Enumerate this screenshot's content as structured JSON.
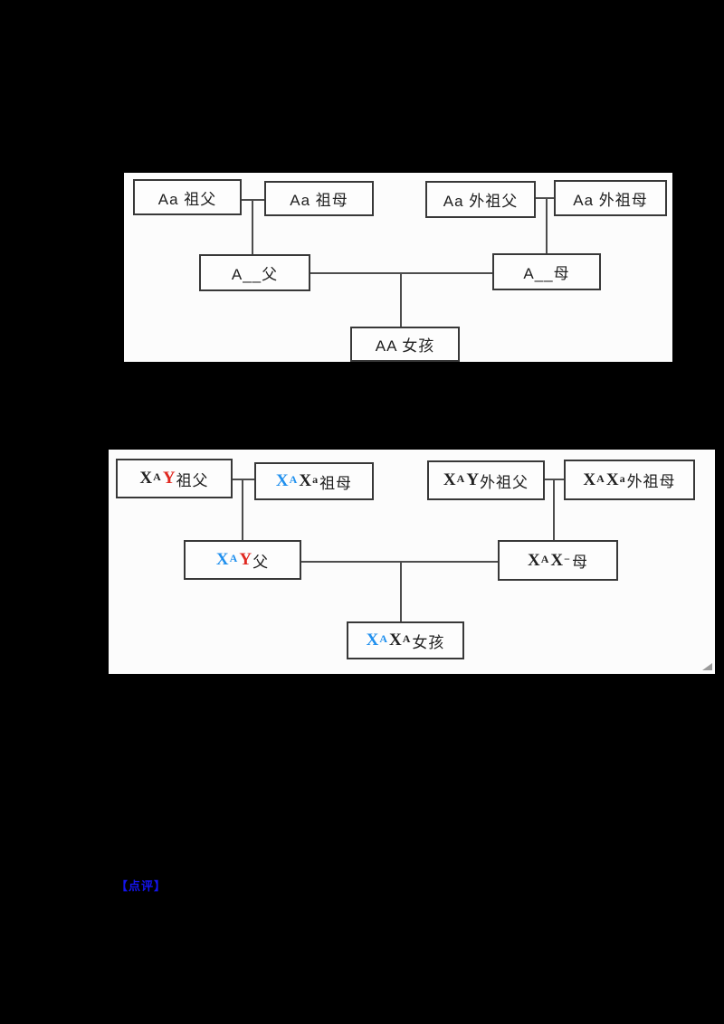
{
  "colors": {
    "black": "#202020",
    "blue": "#2090ee",
    "red": "#e02820",
    "note_blue": "#1414ee",
    "panel_bg": "#fcfcfc",
    "page_bg": "#000000",
    "box_border": "#383838",
    "line": "#4d4d4d",
    "corner_mark": "#9a9a9a"
  },
  "diagram1": {
    "nodes": {
      "grandfather": {
        "parts": [
          {
            "t": "Aa 祖父"
          }
        ]
      },
      "grandmother": {
        "parts": [
          {
            "t": "Aa 祖母"
          }
        ]
      },
      "maternal_grandfather": {
        "parts": [
          {
            "t": "Aa 外祖父"
          }
        ]
      },
      "maternal_grandmother": {
        "parts": [
          {
            "t": "Aa 外祖母"
          }
        ]
      },
      "father": {
        "parts": [
          {
            "t": "A__父"
          }
        ]
      },
      "mother": {
        "parts": [
          {
            "t": "A__母"
          }
        ]
      },
      "girl": {
        "parts": [
          {
            "t": "AA 女孩"
          }
        ]
      }
    }
  },
  "diagram2": {
    "nodes": {
      "grandfather": {
        "parts": [
          {
            "t": "X",
            "g": 1
          },
          {
            "t": "A",
            "g": 1,
            "sup": 1
          },
          {
            "t": "Y",
            "g": 1,
            "c": "red"
          },
          {
            "t": " 祖父"
          }
        ]
      },
      "grandmother": {
        "parts": [
          {
            "t": "X",
            "g": 1,
            "c": "blue"
          },
          {
            "t": "A",
            "g": 1,
            "sup": 1,
            "c": "blue"
          },
          {
            "t": "X",
            "g": 1
          },
          {
            "t": "a",
            "g": 1,
            "sup": 1
          },
          {
            "t": "祖母"
          }
        ]
      },
      "maternal_grandfather": {
        "parts": [
          {
            "t": "X",
            "g": 1
          },
          {
            "t": "A",
            "g": 1,
            "sup": 1
          },
          {
            "t": "Y",
            "g": 1
          },
          {
            "t": " 外祖父"
          }
        ]
      },
      "maternal_grandmother": {
        "parts": [
          {
            "t": "X",
            "g": 1
          },
          {
            "t": "A",
            "g": 1,
            "sup": 1
          },
          {
            "t": "X",
            "g": 1
          },
          {
            "t": "a",
            "g": 1,
            "sup": 1
          },
          {
            "t": "外祖母"
          }
        ]
      },
      "father": {
        "parts": [
          {
            "t": "X",
            "g": 1,
            "c": "blue"
          },
          {
            "t": "A",
            "g": 1,
            "sup": 1,
            "c": "blue"
          },
          {
            "t": "Y",
            "g": 1,
            "c": "red"
          },
          {
            "t": " 父"
          }
        ]
      },
      "mother": {
        "parts": [
          {
            "t": "X",
            "g": 1
          },
          {
            "t": "A",
            "g": 1,
            "sup": 1
          },
          {
            "t": "X",
            "g": 1
          },
          {
            "t": "−",
            "g": 1,
            "sup": 1
          },
          {
            "t": " 母"
          }
        ]
      },
      "girl": {
        "parts": [
          {
            "t": "X",
            "g": 1,
            "c": "blue"
          },
          {
            "t": "A",
            "g": 1,
            "sup": 1,
            "c": "blue"
          },
          {
            "t": "X",
            "g": 1
          },
          {
            "t": "A",
            "g": 1,
            "sup": 1
          },
          {
            "t": " 女孩"
          }
        ]
      }
    }
  },
  "footer": {
    "note_label": "【点评】"
  }
}
